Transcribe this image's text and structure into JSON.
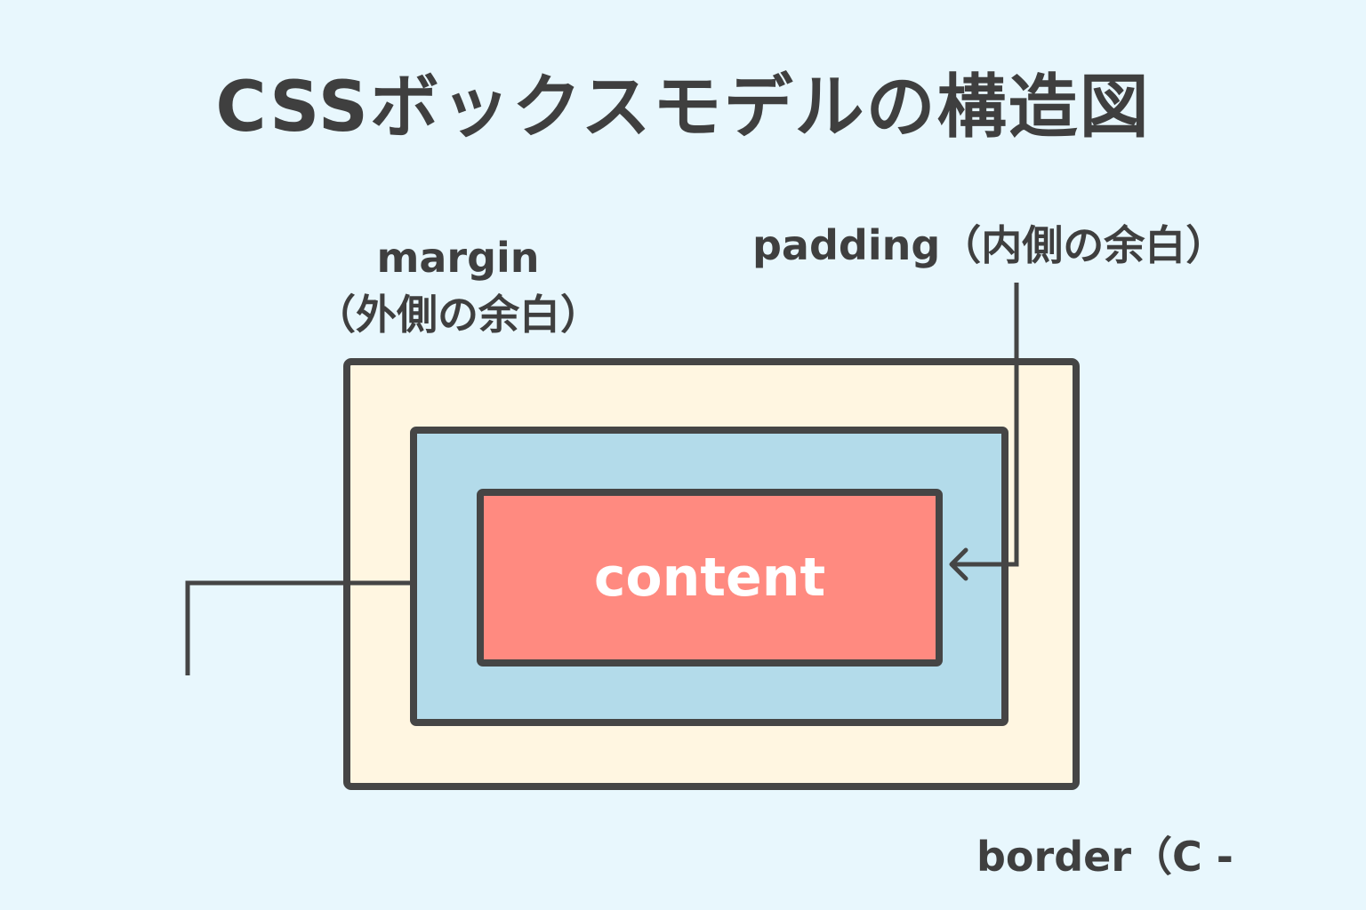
{
  "title": "CSSボックスモデルの構造図",
  "labels": {
    "margin_line1": "margin",
    "margin_line2": "（外側の余白）",
    "padding": "padding（内側の余白）",
    "border": "border（C -",
    "content": "content"
  },
  "colors": {
    "background": "#E8F7FD",
    "text": "#3F3F3F",
    "stroke": "#454545",
    "margin_fill": "#FFF6E1",
    "padding_fill": "#B3DBEA",
    "content_fill": "#FF8A80",
    "content_text": "#FFFFFF"
  }
}
